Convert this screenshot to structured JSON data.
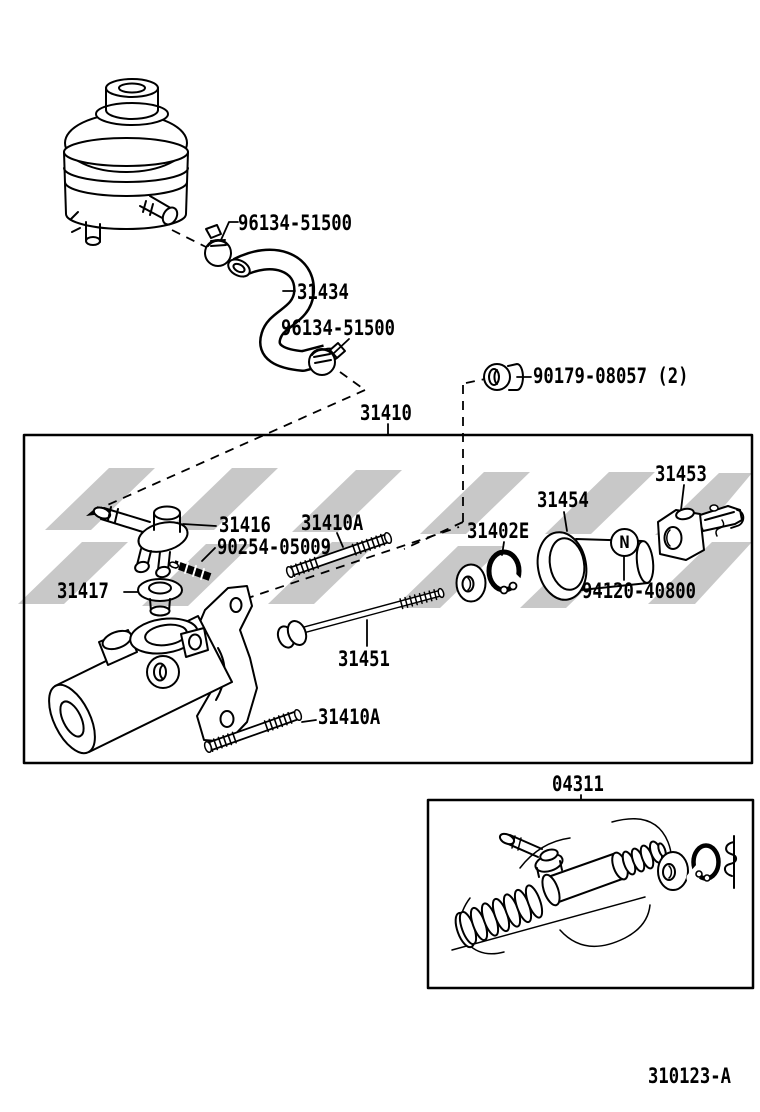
{
  "figure": {
    "code": "310123-A"
  },
  "colors": {
    "line": "#000000",
    "background": "#ffffff",
    "watermark": "#c8c8c8"
  },
  "callouts": {
    "clamp_upper": "96134-51500",
    "hose": "31434",
    "clamp_lower": "96134-51500",
    "grommet_bolt": "90179-08057 (2)",
    "master_cylinder_assembly": "31410",
    "clevis": "31453",
    "boot": "31454",
    "stud_upper": "31410A",
    "union_fitting": "31416",
    "snap_ring": "31402E",
    "pin": "90254-05009",
    "grommet": "31417",
    "nut_marker": "N",
    "nut": "94120-40800",
    "bolt": "31451",
    "stud_lower": "31410A",
    "repair_kit": "04311"
  }
}
